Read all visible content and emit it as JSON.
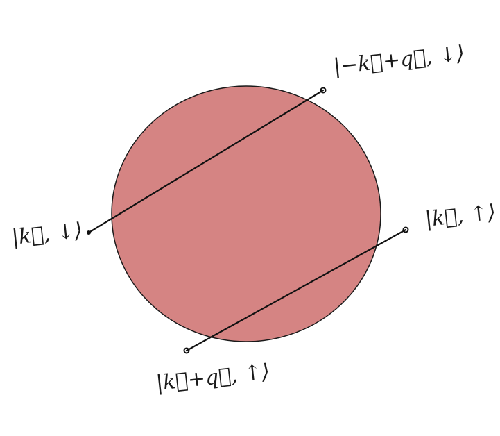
{
  "diagram": {
    "disk": {
      "fill_color": "#d58483",
      "stroke_color": "#1a1a1a"
    },
    "line_color": "#111111",
    "labels": {
      "top_right": "|−k⃗+q⃗, ↓⟩",
      "left": "|k⃗, ↓⟩",
      "right": "|k⃗, ↑⟩",
      "bottom": "|k⃗+q⃗, ↑⟩"
    }
  }
}
